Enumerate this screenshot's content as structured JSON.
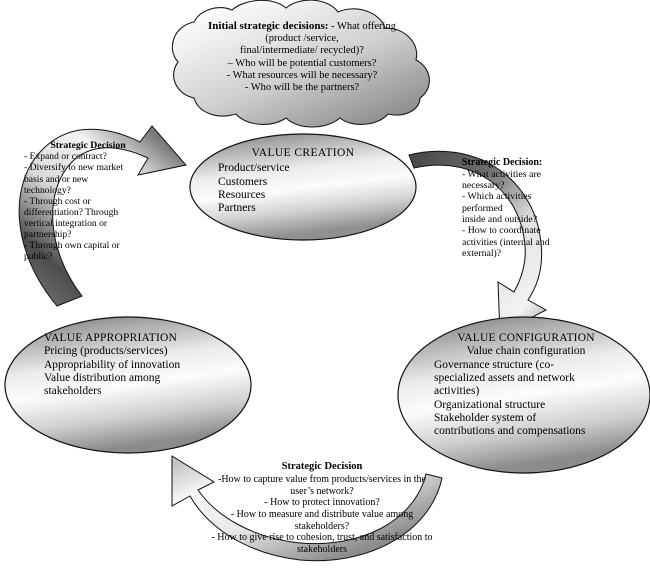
{
  "diagram": {
    "title": "Business model value framework",
    "colors": {
      "shape_outline": "#000000",
      "gradient_light": "#f2f2f2",
      "gradient_mid": "#c9c9c9",
      "gradient_dark": "#6e6e6e",
      "arrow_dark": "#5a5a5a",
      "text": "#000000"
    }
  },
  "cloud": {
    "name": "initial-strategic-decisions-cloud",
    "header": "Initial strategic decisions:",
    "lines": [
      "- What offering (product /service,",
      "final/intermediate/ recycled)?",
      "– Who will be potential customers?",
      "- What resources will be necessary?",
      "- Who will be the partners?"
    ]
  },
  "value_creation": {
    "name": "value-creation-node",
    "header": "VALUE CREATION",
    "items": [
      "Product/service",
      "Customers",
      "Resources",
      "Partners"
    ]
  },
  "value_appropriation": {
    "name": "value-appropriation-node",
    "header": "VALUE APPROPRIATION",
    "items": [
      "Pricing (products/services)",
      "Appropriability of innovation",
      "Value distribution among",
      "stakeholders"
    ]
  },
  "value_configuration": {
    "name": "value-configuration-node",
    "header": "VALUE CONFIGURATION",
    "subheader": "Value chain configuration",
    "items": [
      "Governance structure (co-",
      "specialized assets and network",
      "activities)",
      "Organizational structure",
      "Stakeholder system of",
      "contributions and compensations"
    ]
  },
  "strategic_decision_left": {
    "name": "strategic-decision-left",
    "header": "Strategic Decision",
    "lines": [
      "- Expand or contract?",
      "- Diversify to new market",
      "basis and or new",
      "technology?",
      "- Through cost or",
      "differentiation? Through",
      "vertical integration or",
      "partnership?",
      "- Through own capital or",
      "public?"
    ]
  },
  "strategic_decision_right": {
    "name": "strategic-decision-right",
    "header": "Strategic Decision:",
    "lines": [
      "- What activities are",
      "necessary?",
      "- Which activities",
      "performed",
      " inside and outside?",
      "- How to coordinate",
      "activities (internal and",
      "external)?"
    ]
  },
  "strategic_decision_bottom": {
    "name": "strategic-decision-bottom",
    "header": "Strategic Decision",
    "lines": [
      "-How to capture value from products/services in the",
      "user’s network?",
      "- How to protect innovation?",
      "- How to measure and distribute value among",
      "stakeholders?",
      "- How to give rise to cohesion, trust, and satisfaction to",
      "stakeholders"
    ]
  },
  "arrows": [
    {
      "name": "arrow-left-to-value-creation",
      "from": "value-appropriation",
      "to": "value-creation"
    },
    {
      "name": "arrow-value-creation-to-configuration",
      "from": "value-creation",
      "to": "value-configuration"
    },
    {
      "name": "arrow-configuration-to-appropriation",
      "from": "value-configuration",
      "to": "value-appropriation"
    }
  ]
}
